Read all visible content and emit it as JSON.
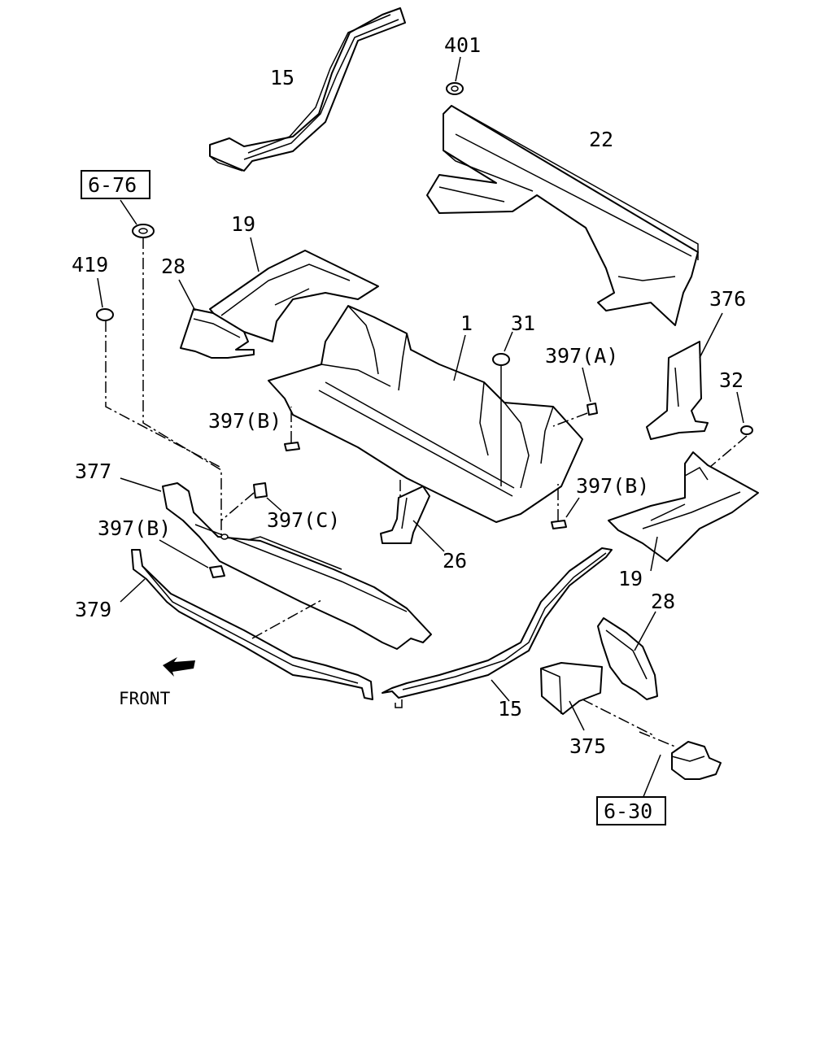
{
  "callouts": {
    "c15_top": "15",
    "c401": "401",
    "c22": "22",
    "c6_76": "6-76",
    "c19_left": "19",
    "c28_left": "28",
    "c419": "419",
    "c1": "1",
    "c31": "31",
    "c397a": "397(A)",
    "c376": "376",
    "c32": "32",
    "c397b_mid": "397(B)",
    "c377": "377",
    "c397c": "397(C)",
    "c397b_left": "397(B)",
    "c379": "379",
    "c26": "26",
    "c397b_right": "397(B)",
    "c19_right": "19",
    "c28_right": "28",
    "c15_bottom": "15",
    "c375": "375",
    "c6_30": "6-30"
  },
  "front_label": "FRONT",
  "colors": {
    "line": "#000000",
    "background": "#ffffff"
  }
}
